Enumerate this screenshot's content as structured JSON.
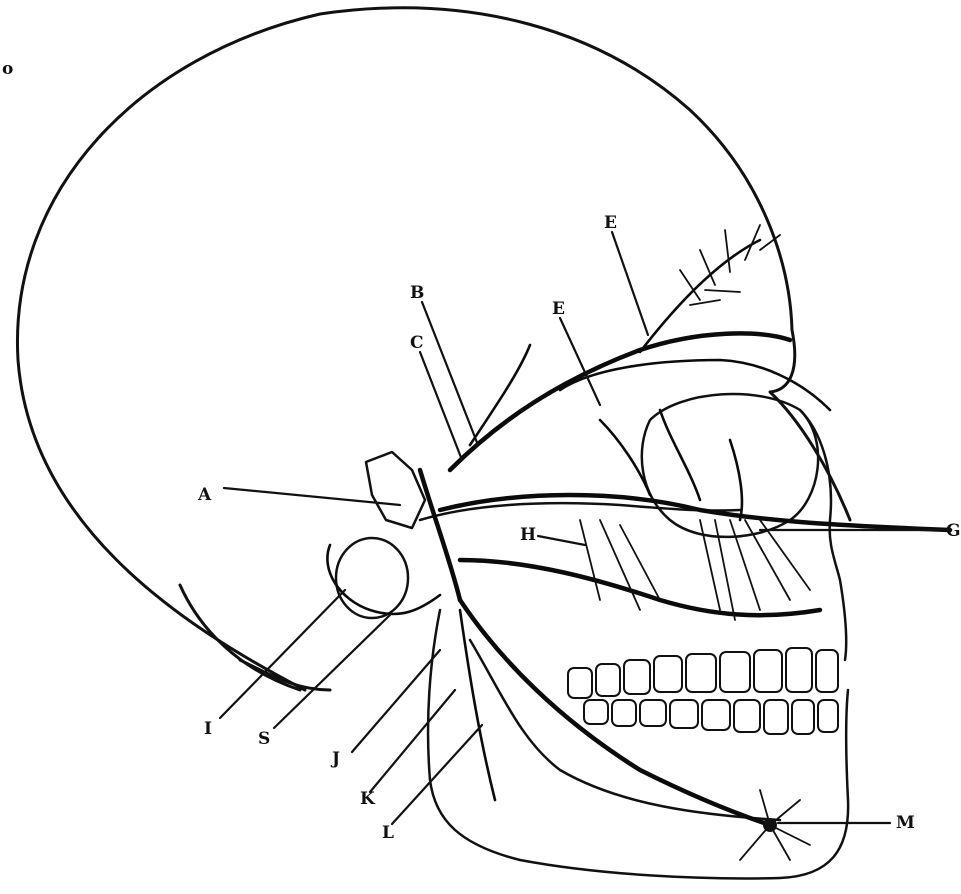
{
  "figure": {
    "corner_mark": "o",
    "labels": {
      "A": "A",
      "B": "B",
      "C": "C",
      "E1": "E",
      "E2": "E",
      "G": "G",
      "H": "H",
      "I": "I",
      "S": "S",
      "J": "J",
      "K": "K",
      "L": "L",
      "M": "M"
    }
  }
}
